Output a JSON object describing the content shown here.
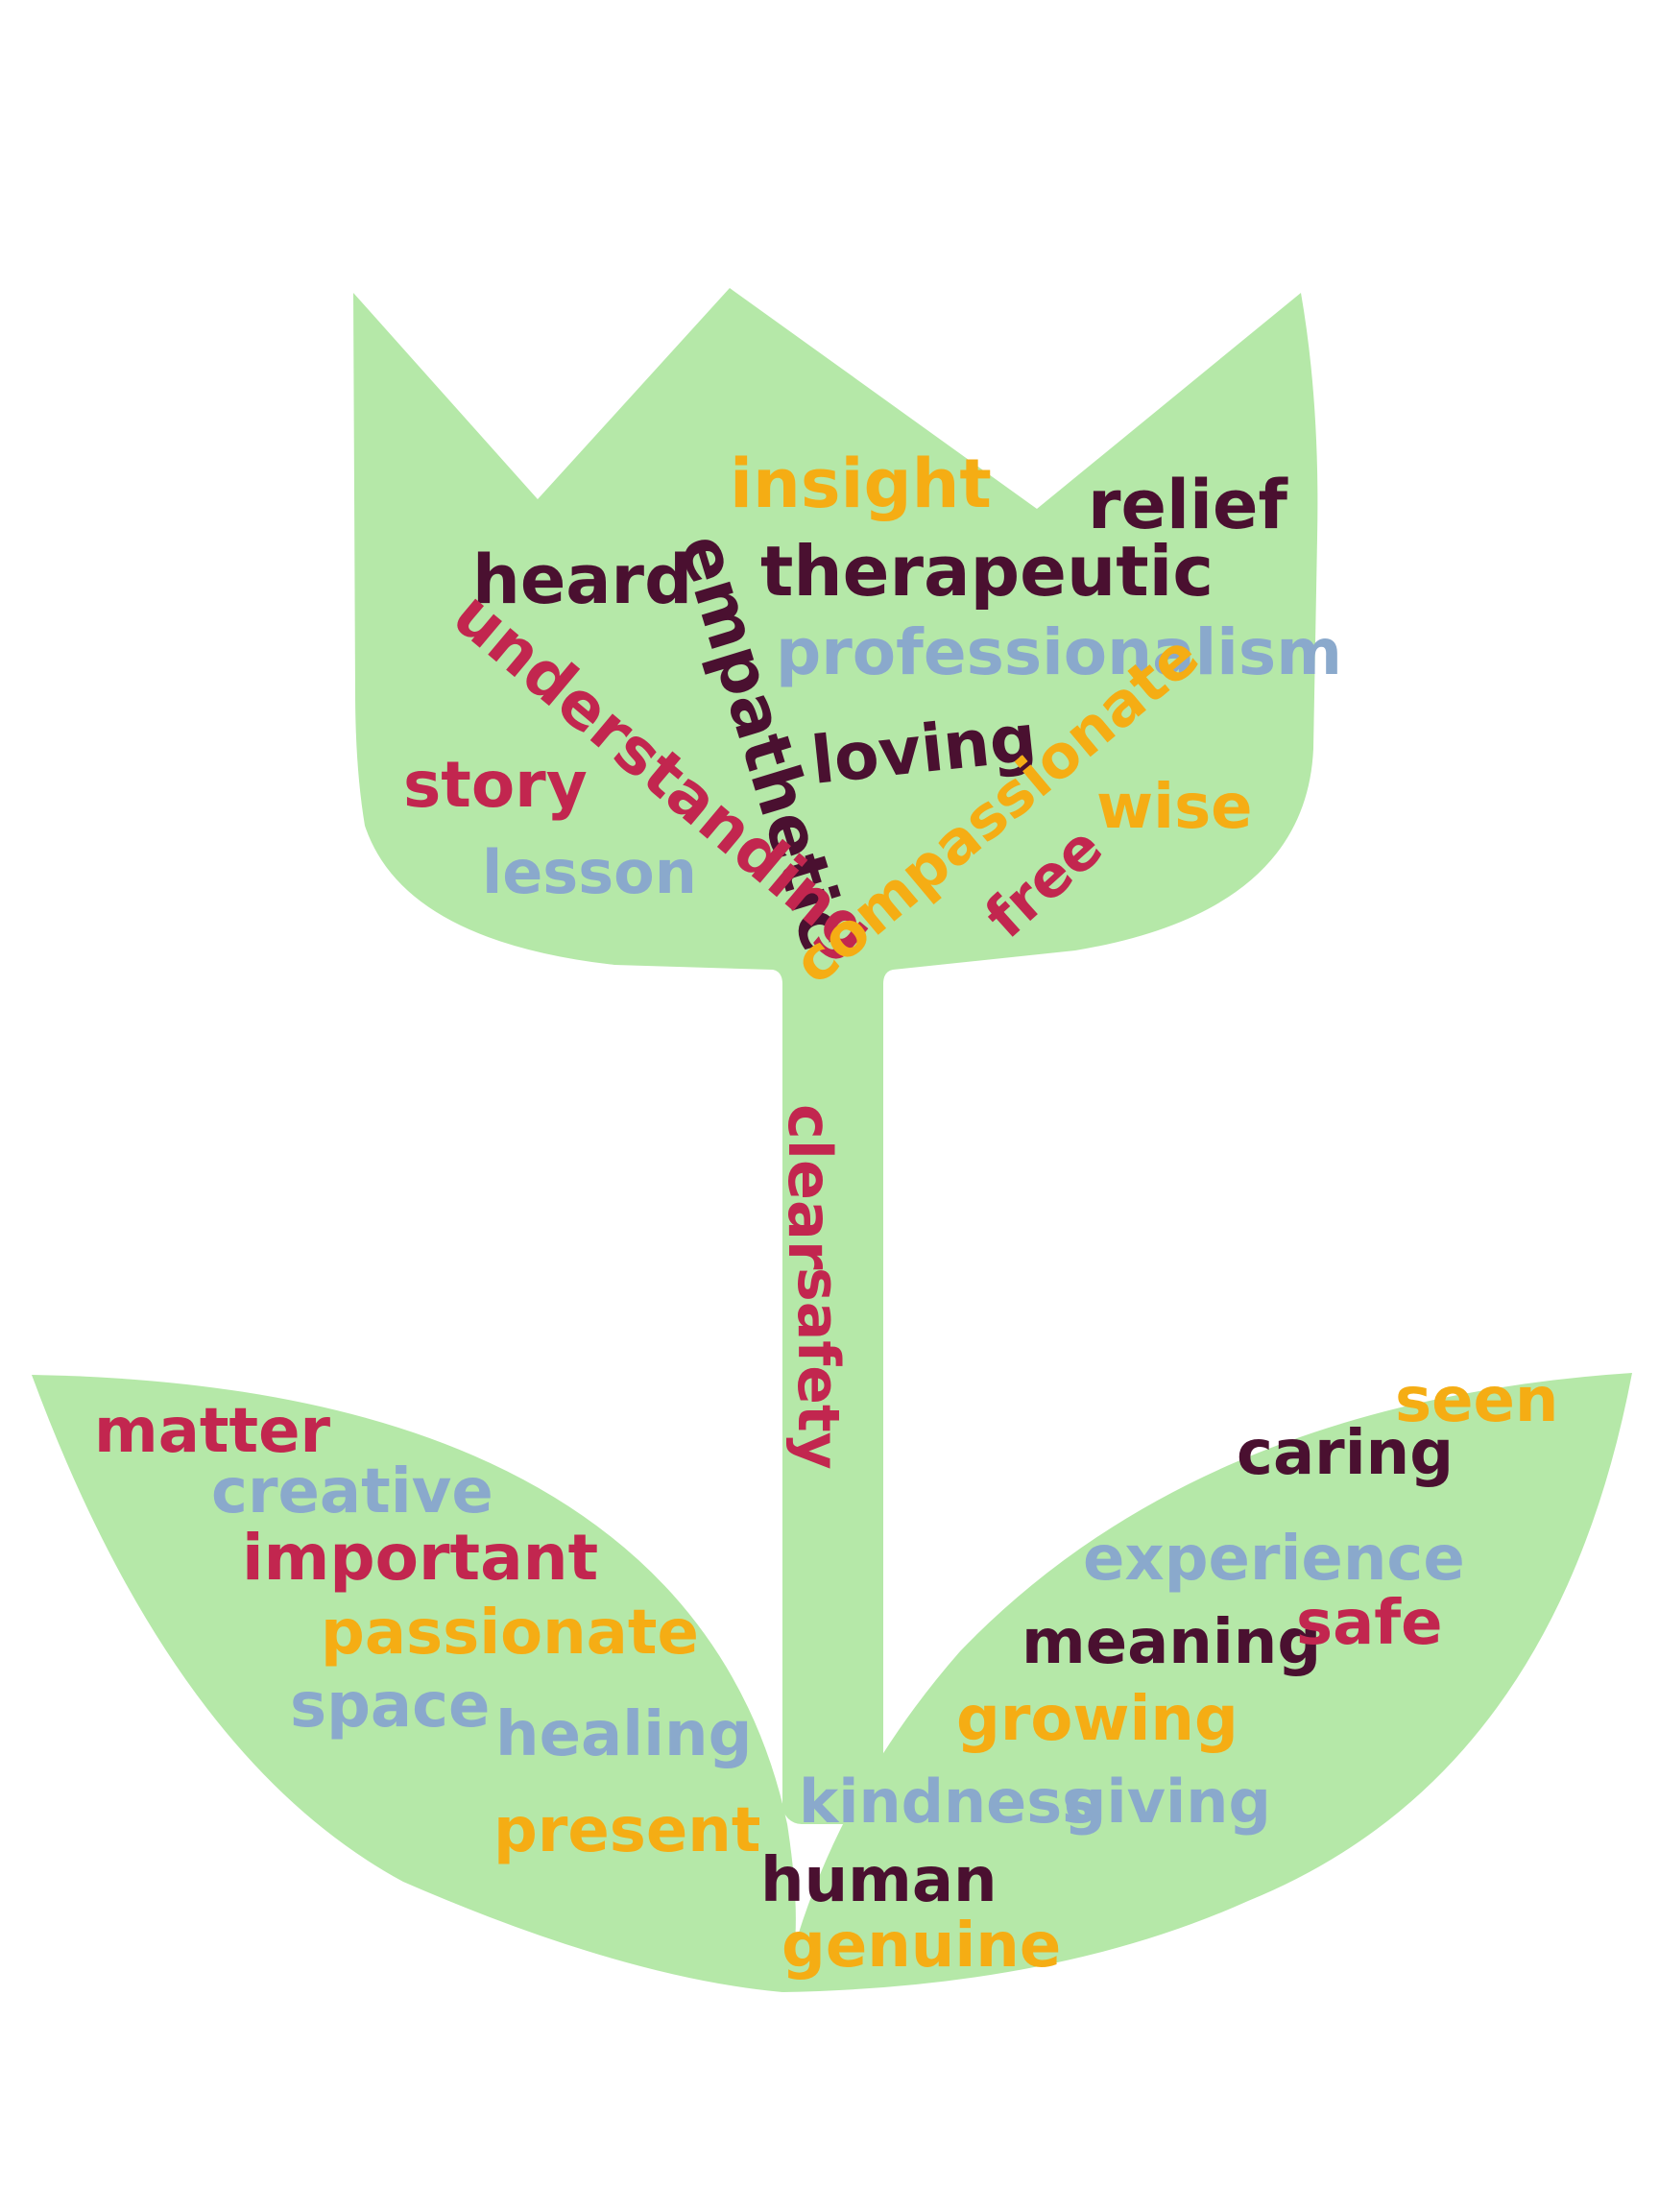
{
  "palette": {
    "shape_fill": "#b5e8a8",
    "background": "#ffffff",
    "plum": "#4a1030",
    "crimson": "#c2264f",
    "gold": "#f5ad14",
    "steel": "#8aa9cc"
  },
  "words": [
    {
      "id": "insight",
      "text": "insight",
      "color": "gold"
    },
    {
      "id": "relief",
      "text": "relief",
      "color": "plum"
    },
    {
      "id": "heard",
      "text": "heard",
      "color": "plum"
    },
    {
      "id": "empathetic",
      "text": "empathetic",
      "color": "plum"
    },
    {
      "id": "therapeutic",
      "text": "therapeutic",
      "color": "plum"
    },
    {
      "id": "professionalism",
      "text": "professionalism",
      "color": "steel"
    },
    {
      "id": "understanding",
      "text": "understanding",
      "color": "crimson"
    },
    {
      "id": "loving",
      "text": "loving",
      "color": "plum"
    },
    {
      "id": "compassionate",
      "text": "compassionate",
      "color": "gold"
    },
    {
      "id": "story",
      "text": "story",
      "color": "crimson"
    },
    {
      "id": "wise",
      "text": "wise",
      "color": "gold"
    },
    {
      "id": "lesson",
      "text": "lesson",
      "color": "steel"
    },
    {
      "id": "free",
      "text": "free",
      "color": "crimson"
    },
    {
      "id": "clear",
      "text": "clear",
      "color": "crimson"
    },
    {
      "id": "safety",
      "text": "safety",
      "color": "crimson"
    },
    {
      "id": "seen",
      "text": "seen",
      "color": "gold"
    },
    {
      "id": "matter",
      "text": "matter",
      "color": "crimson"
    },
    {
      "id": "caring",
      "text": "caring",
      "color": "plum"
    },
    {
      "id": "creative",
      "text": "creative",
      "color": "steel"
    },
    {
      "id": "important",
      "text": "important",
      "color": "crimson"
    },
    {
      "id": "experience",
      "text": "experience",
      "color": "steel"
    },
    {
      "id": "passionate",
      "text": "passionate",
      "color": "gold"
    },
    {
      "id": "meaning",
      "text": "meaning",
      "color": "plum"
    },
    {
      "id": "safe",
      "text": "safe",
      "color": "crimson"
    },
    {
      "id": "space",
      "text": "space",
      "color": "steel"
    },
    {
      "id": "healing",
      "text": "healing",
      "color": "steel"
    },
    {
      "id": "growing",
      "text": "growing",
      "color": "gold"
    },
    {
      "id": "present",
      "text": "present",
      "color": "gold"
    },
    {
      "id": "kindness",
      "text": "kindness",
      "color": "steel"
    },
    {
      "id": "giving",
      "text": "giving",
      "color": "steel"
    },
    {
      "id": "human",
      "text": "human",
      "color": "plum"
    },
    {
      "id": "genuine",
      "text": "genuine",
      "color": "gold"
    }
  ]
}
